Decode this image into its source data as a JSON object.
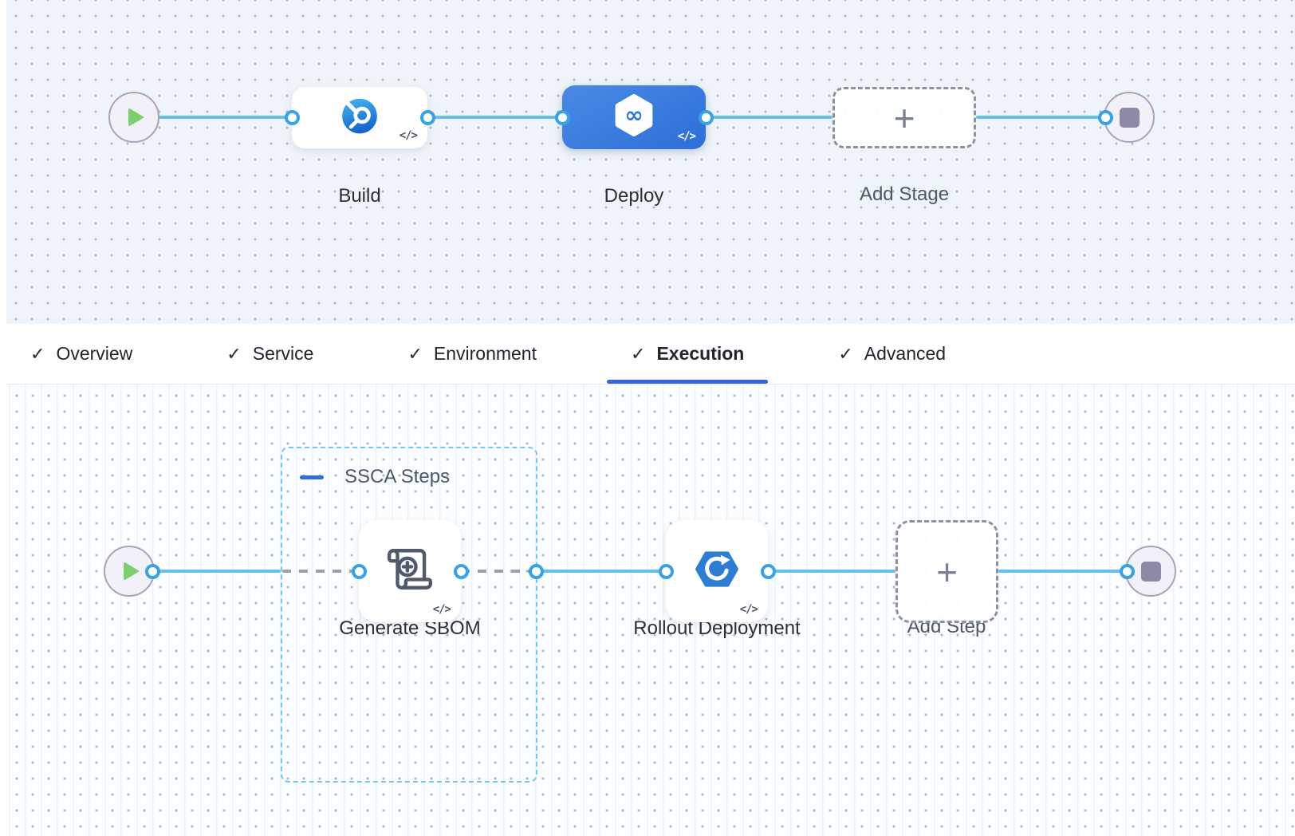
{
  "glyphs": {
    "code": "</>",
    "check": "✓",
    "plus": "+",
    "infinity": "∞"
  },
  "stage_pipeline": {
    "stages": [
      {
        "label": "Build",
        "type": "ci",
        "icon": "ci-build-icon"
      },
      {
        "label": "Deploy",
        "type": "cd",
        "icon": "cd-hexagon-infinity-icon",
        "selected": true
      },
      {
        "label": "Add Stage",
        "type": "add",
        "icon": "plus-icon"
      }
    ]
  },
  "tabs": {
    "items": [
      {
        "label": "Overview",
        "checked": true,
        "active": false
      },
      {
        "label": "Service",
        "checked": true,
        "active": false
      },
      {
        "label": "Environment",
        "checked": true,
        "active": false
      },
      {
        "label": "Execution",
        "checked": true,
        "active": true
      },
      {
        "label": "Advanced",
        "checked": true,
        "active": false
      }
    ]
  },
  "execution": {
    "group_label": "SSCA Steps",
    "steps": [
      {
        "label": "Generate SBOM",
        "icon": "scroll-plus-icon"
      },
      {
        "label": "Rollout Deployment",
        "icon": "rollout-hexagon-icon"
      },
      {
        "label": "Add Step",
        "icon": "plus-icon"
      }
    ]
  },
  "colors": {
    "canvas_top_bg": "#eff4fa",
    "canvas_bottom_bg": "#fcfdfe",
    "wire_blue": "#68bfee",
    "port_ring": "#38a2e7",
    "selected_stage_blue": "#2d6fd8",
    "tab_underline": "#3168d9",
    "group_border": "#74c6f2",
    "endpoint_fill": "#f2f0f8",
    "play_green": "#7ccf6c",
    "stop_gray": "#8e8aa3"
  }
}
